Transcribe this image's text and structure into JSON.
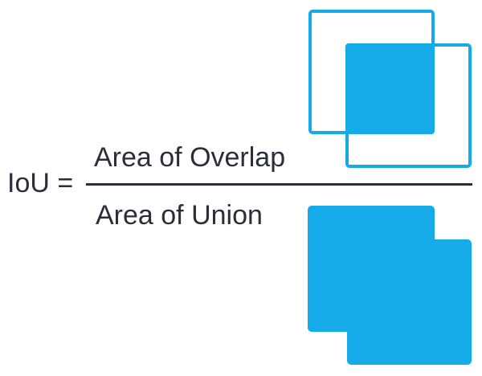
{
  "colors": {
    "accent_blue": "#14ABE8",
    "ink": "#2D2D3A",
    "background": "#FFFFFF"
  },
  "formula": {
    "lhs": "IoU =",
    "numerator": "Area of Overlap",
    "denominator": "Area of Union"
  }
}
